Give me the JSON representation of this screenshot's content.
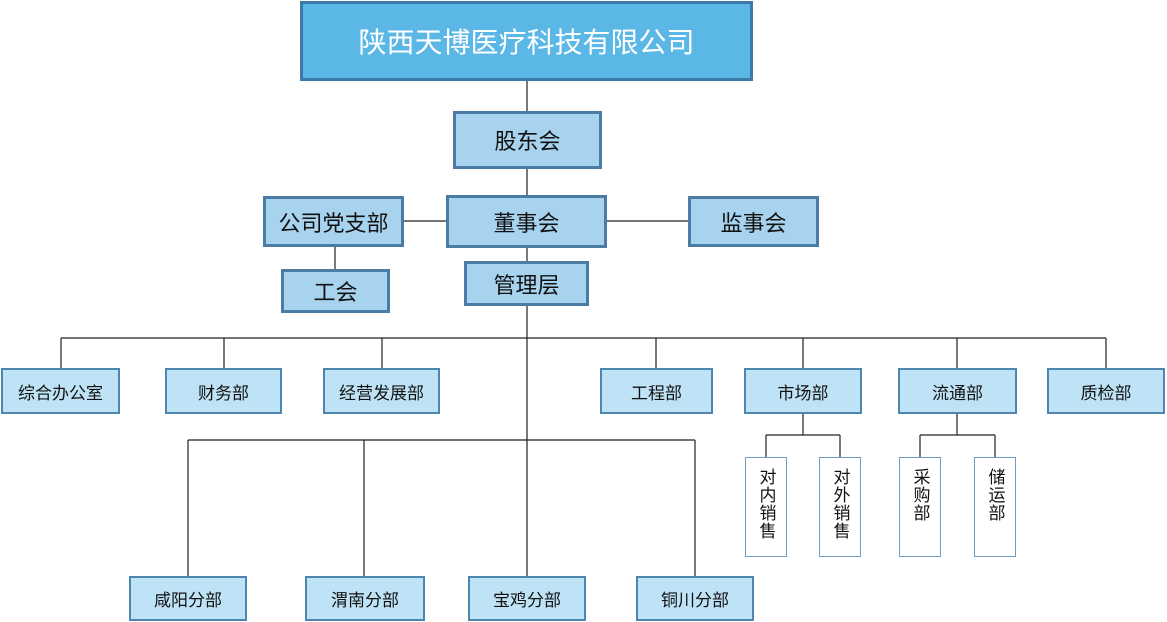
{
  "company": "陕西天博医疗科技有限公司",
  "shareholders": "股东会",
  "board": "董事会",
  "party_branch": "公司党支部",
  "supervisors": "监事会",
  "union": "工会",
  "management": "管理层",
  "departments": [
    "综合办公室",
    "财务部",
    "经营发展部",
    "工程部",
    "市场部",
    "流通部",
    "质检部"
  ],
  "branches": [
    "咸阳分部",
    "渭南分部",
    "宝鸡分部",
    "铜川分部"
  ],
  "market_sub": [
    "对内销售",
    "对外销售"
  ],
  "circulation_sub": [
    "采购部",
    "储运部"
  ]
}
